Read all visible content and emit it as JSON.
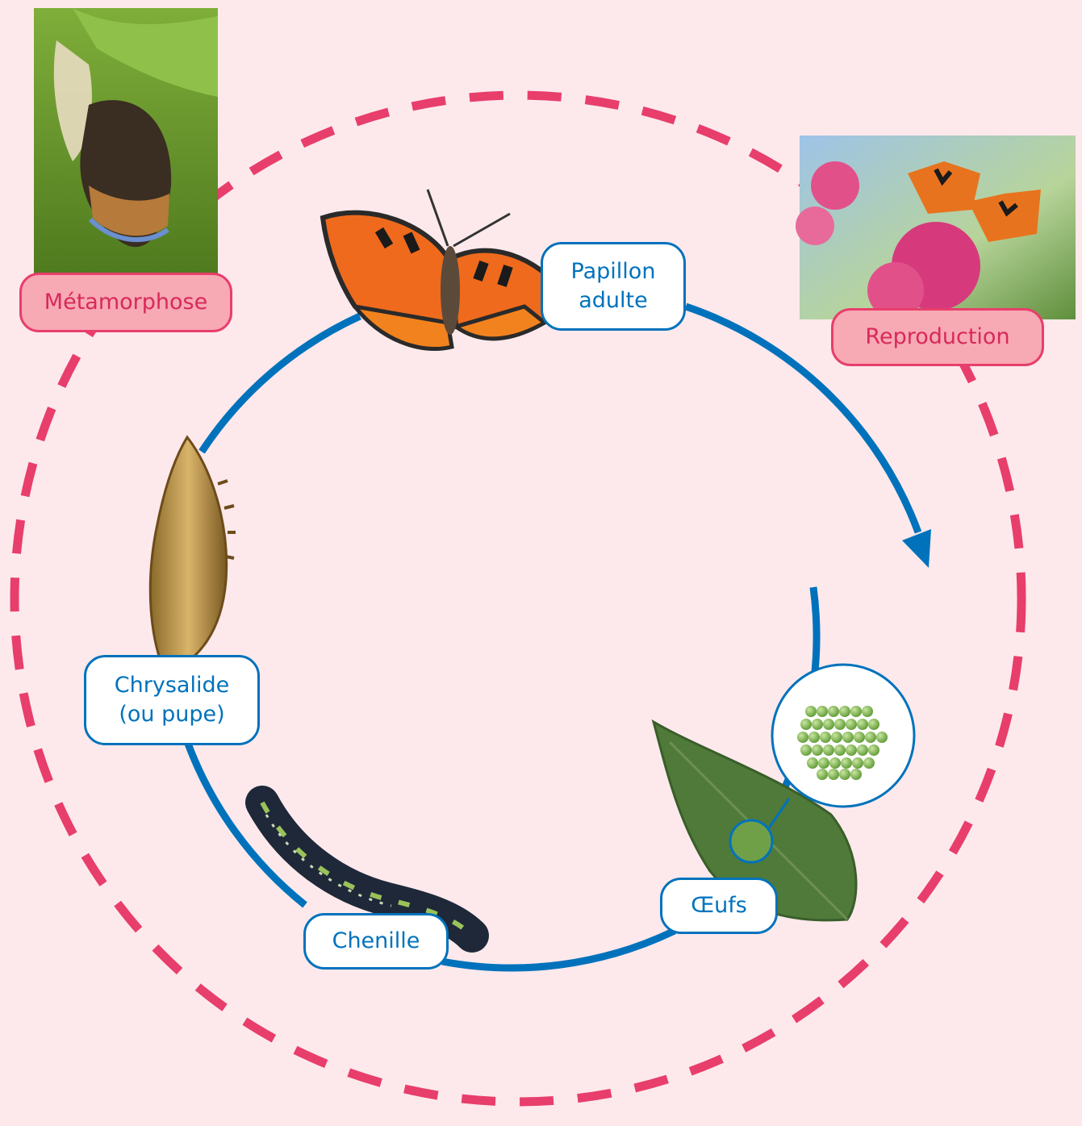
{
  "colors": {
    "background": "#fde9ec",
    "cycle_arrow": "#0072bc",
    "outer_dashed_circle": "#e83e6c",
    "stage_label_border": "#0072bc",
    "process_label_fill": "#f7a9b4"
  },
  "stages": {
    "adult": "Papillon\nadulte",
    "eggs": "Œufs",
    "caterpillar": "Chenille",
    "chrysalis": "Chrysalide\n(ou pupe)"
  },
  "processes": {
    "metamorphosis": "Métamorphose",
    "reproduction": "Reproduction"
  },
  "images": {
    "adult": "butterfly-photo",
    "eggs": "eggs-on-leaf-photo",
    "caterpillar": "caterpillar-photo",
    "chrysalis": "chrysalis-photo",
    "metamorphosis": "emerging-butterfly-photo",
    "reproduction": "mating-butterflies-on-flower-photo"
  }
}
